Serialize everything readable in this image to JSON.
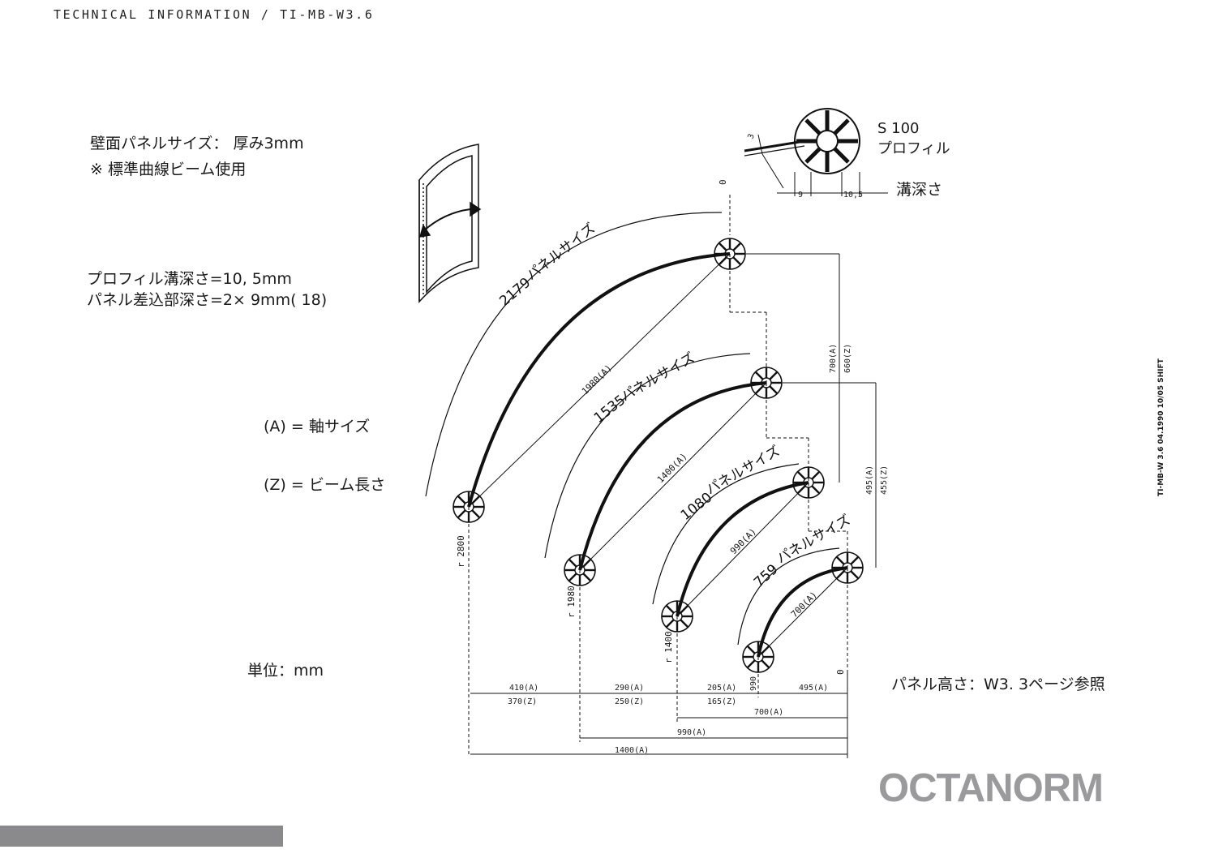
{
  "header": "TECHNICAL INFORMATION / TI-MB-W3.6",
  "notes": {
    "panel_size": "壁面パネルサイズ：  厚み3mm",
    "beam": "※ 標準曲線ビーム使用",
    "groove_depth": "プロフィル溝深さ=10, 5mm",
    "insert_depth": "パネル差込部深さ=2×  9mm( 18)",
    "legend_a": "(A) = 軸サイズ",
    "legend_z": "(Z) = ビーム長さ",
    "unit": "単位：mm",
    "panel_height": "パネル高さ：W3. 3ページ参照"
  },
  "profile": {
    "name": "S 100",
    "sub": "プロフィル",
    "groove_label": "溝深さ",
    "dim_left": "9",
    "dim_right": "10,5",
    "thickness": "3"
  },
  "arcs": [
    {
      "panel": "2179",
      "panel_label": "パネルサイズ",
      "axis": "1980(A)",
      "radius": "r 2800"
    },
    {
      "panel": "1535",
      "panel_label": "パネルサイズ",
      "axis": "1400(A)",
      "radius": "r 1980"
    },
    {
      "panel": "1080",
      "panel_label": "パネルサイズ",
      "axis": "990(A)",
      "radius": "r 1400"
    },
    {
      "panel": "759",
      "panel_label": "パネルサイズ",
      "axis": "700(A)",
      "radius": "r 990"
    }
  ],
  "zero_top": "0",
  "zero_bottom": "0",
  "vertical_dims": [
    {
      "a": "700(A)",
      "z": "660(Z)"
    },
    {
      "a": "495(A)",
      "z": "455(Z)"
    }
  ],
  "bottom_dims": {
    "row1": [
      "410(A)",
      "290(A)",
      "205(A)",
      "495(A)"
    ],
    "row2": [
      "370(Z)",
      "250(Z)",
      "165(Z)"
    ],
    "d990": "990",
    "d700": "700(A)",
    "d990a": "990(A)",
    "d1400": "1400(A)"
  },
  "side_code": "TI-MB-W 3.6 04.1990 10/05 SHIFT",
  "logo": "OCTANORM",
  "colors": {
    "logo_grey": "#9a9a9c",
    "logo_red": "#d71920",
    "footer_bar": "#8a8a8c"
  }
}
